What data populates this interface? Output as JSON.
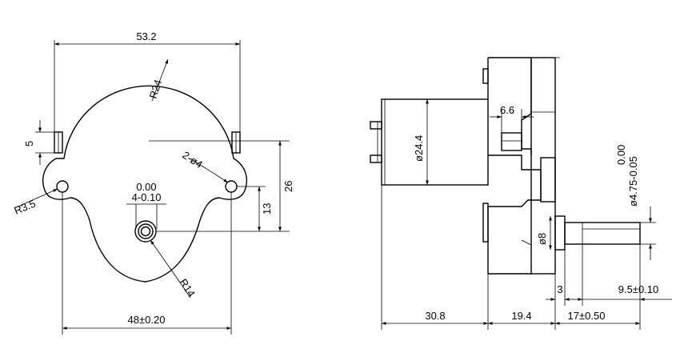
{
  "front_view": {
    "dim_width_top": "53.2",
    "dim_radius_body": "R24",
    "dim_tab": "5",
    "dim_holes": "2-ø4",
    "dim_ear_radius": "R3.5",
    "dim_height": "26",
    "dim_hole_offset": "13",
    "dim_tol_upper": "0.00",
    "dim_tol_lower": "4-0.10",
    "dim_radius_hub": "R14",
    "dim_width_bottom": "48±0.20"
  },
  "side_view": {
    "dim_tab_width": "6.6",
    "dim_motor_dia": "ø24.4",
    "dim_shaft_tol_upper": "0.00",
    "dim_shaft_dia": "ø4.75-0.05",
    "dim_boss_dia": "ø8",
    "dim_motor_len": "30.8",
    "dim_gear_len": "19.4",
    "dim_shaft_len": "17±0.50",
    "dim_boss_len": "3",
    "dim_flat_len": "9.5±0.10"
  }
}
